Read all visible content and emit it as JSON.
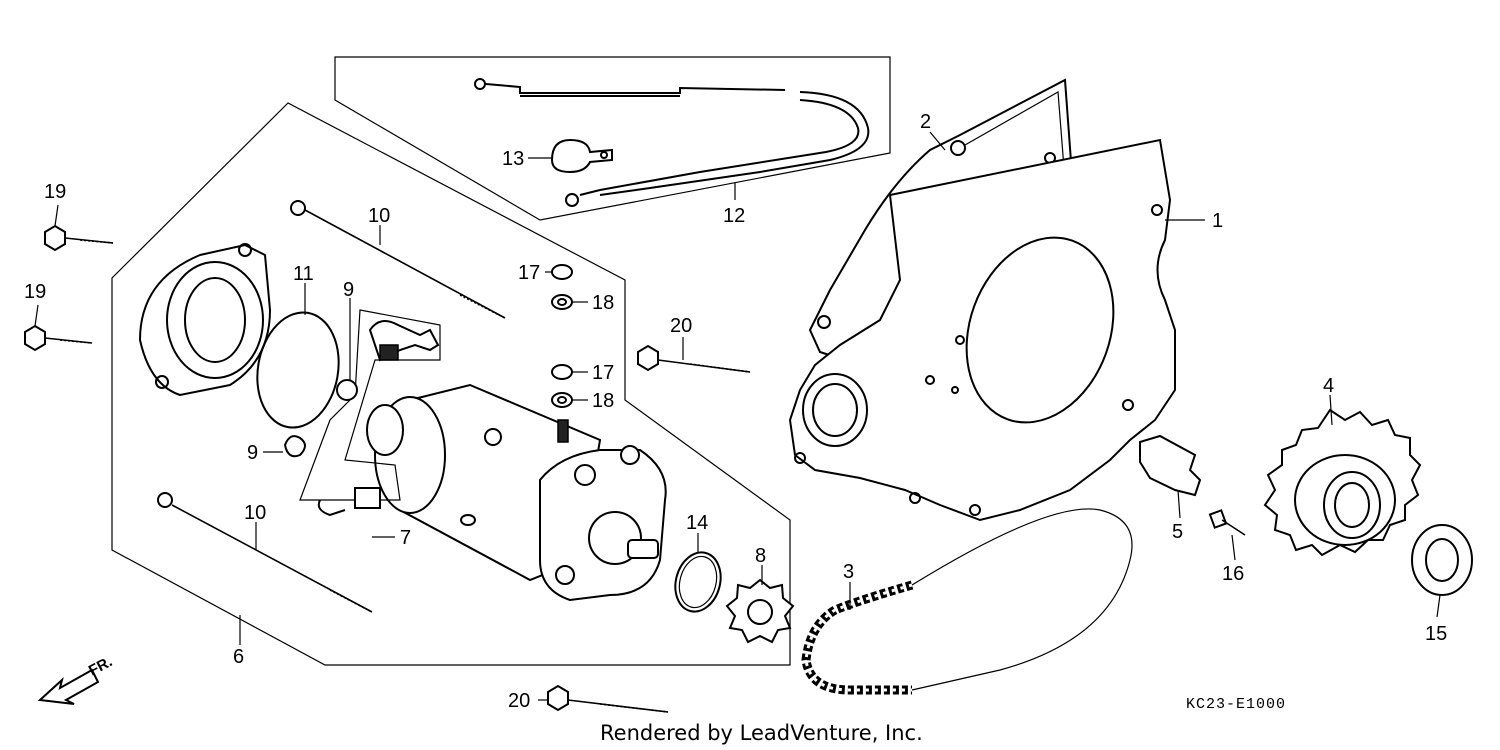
{
  "callouts": {
    "c1": "1",
    "c2": "2",
    "c3": "3",
    "c4": "4",
    "c5": "5",
    "c6": "6",
    "c7": "7",
    "c8": "8",
    "c9a": "9",
    "c9b": "9",
    "c10a": "10",
    "c10b": "10",
    "c11": "11",
    "c12": "12",
    "c13": "13",
    "c14": "14",
    "c15": "15",
    "c16": "16",
    "c17a": "17",
    "c17b": "17",
    "c18a": "18",
    "c18b": "18",
    "c19a": "19",
    "c19b": "19",
    "c20a": "20",
    "c20b": "20"
  },
  "direction_label": "FR.",
  "diagram_code": "KC23-E1000",
  "footer_text": "Rendered by LeadVenture, Inc."
}
